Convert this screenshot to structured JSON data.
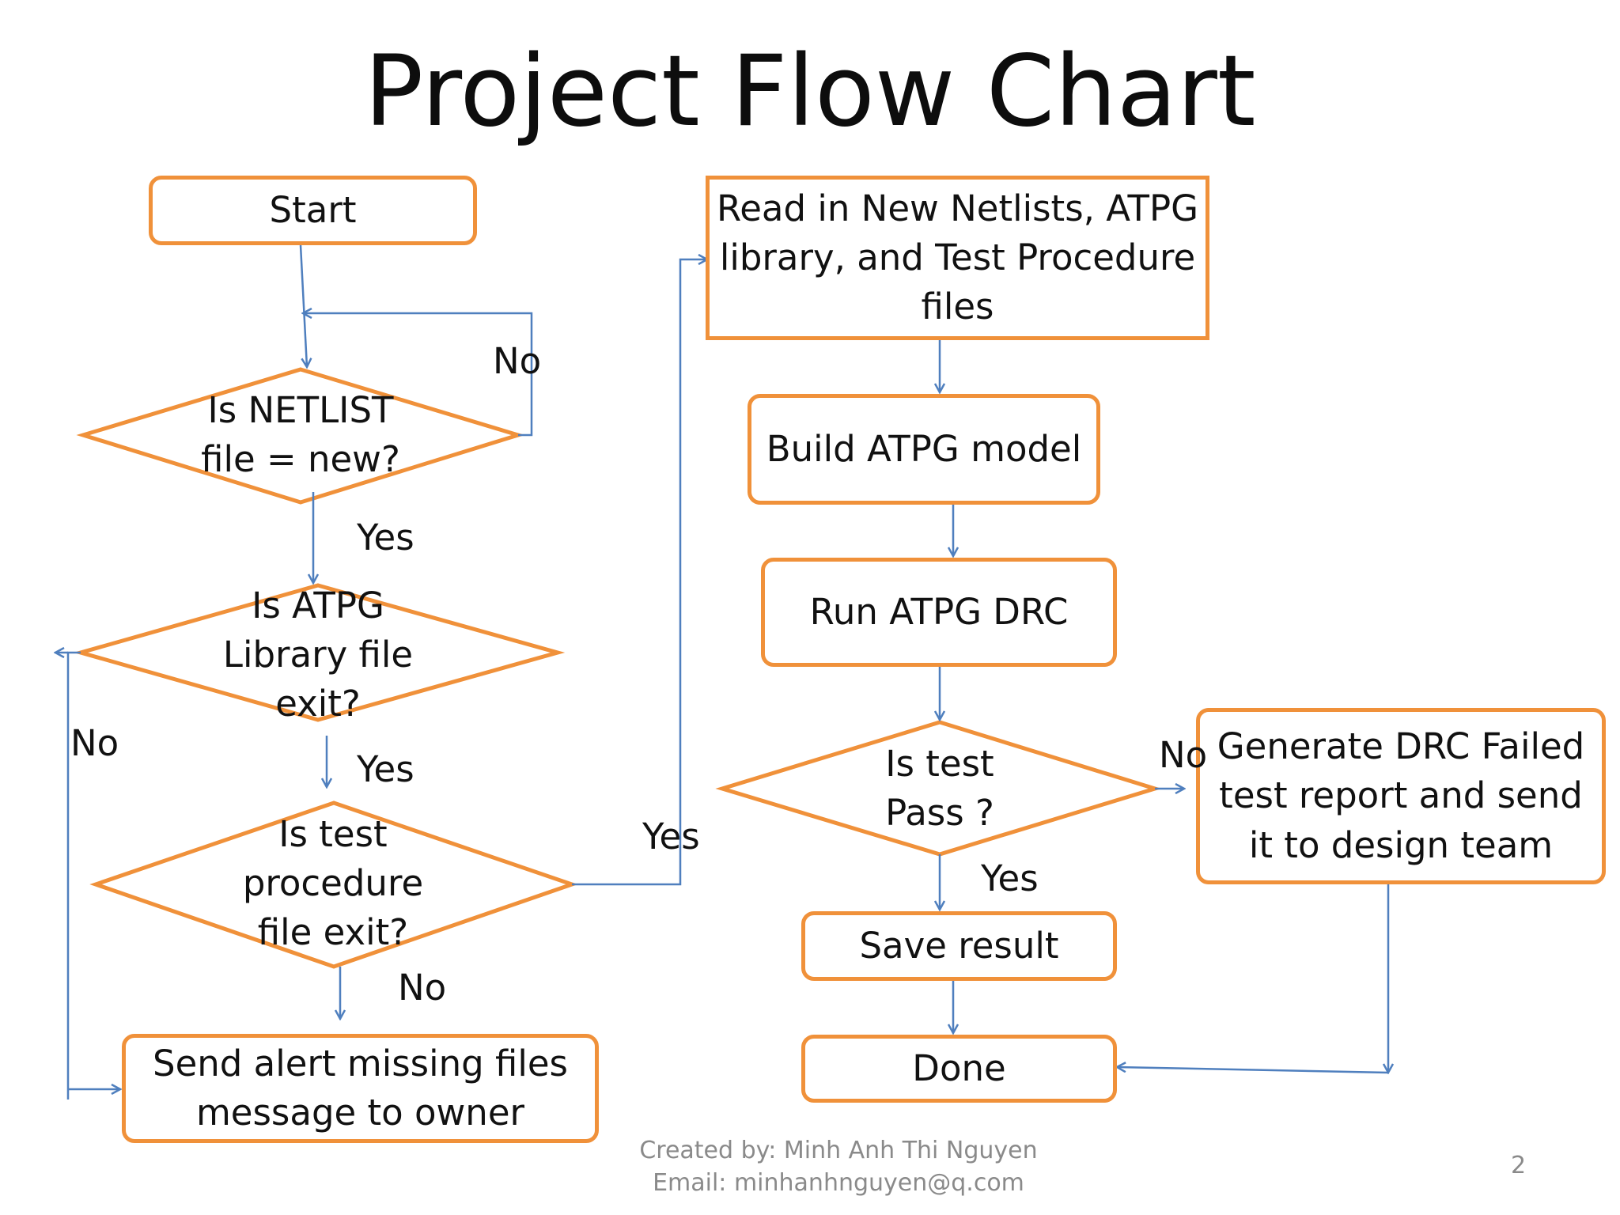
{
  "title": "Project Flow Chart",
  "colors": {
    "shape_border": "#f0913a",
    "connector": "#4f7fbe",
    "footer_text": "#8a8a8a"
  },
  "nodes": {
    "start": "Start",
    "netlist_decision": "Is NETLIST\nfile = new?",
    "library_decision": "Is ATPG\nLibrary file\nexit?",
    "procedure_decision": "Is test\nprocedure\nfile  exit?",
    "send_alert": "Send  alert missing files\nmessage  to owner",
    "read_files": "Read in New Netlists, ATPG\nlibrary, and Test Procedure\nfiles",
    "build_model": "Build ATPG model",
    "run_drc": "Run ATPG DRC",
    "test_pass_decision": "Is  test\nPass ?",
    "generate_report": "Generate DRC  Failed\ntest report and send\nit to design team",
    "save_result": "Save result",
    "done": "Done"
  },
  "edge_labels": {
    "netlist_no": "No",
    "netlist_yes": "Yes",
    "library_no": "No",
    "library_yes": "Yes",
    "procedure_yes": "Yes",
    "procedure_no": "No",
    "pass_no": "No",
    "pass_yes": "Yes"
  },
  "footer": {
    "created_by": "Created by: Minh Anh Thi Nguyen",
    "email": "Email: minhanhnguyen@q.com"
  },
  "page_number": "2"
}
